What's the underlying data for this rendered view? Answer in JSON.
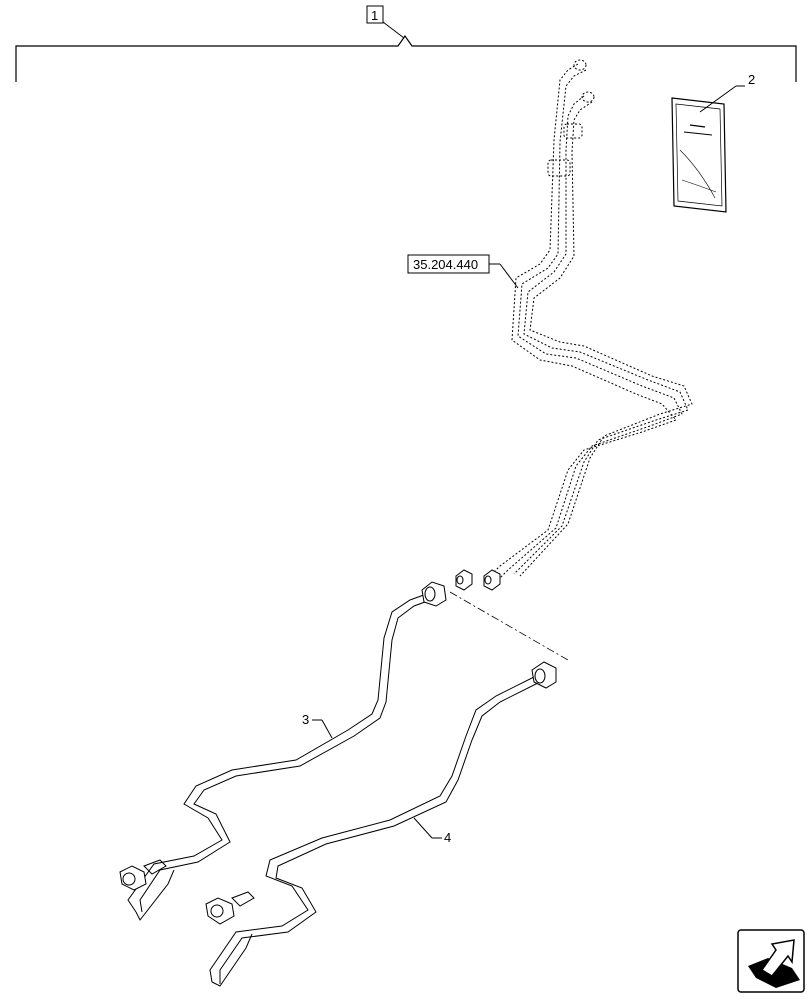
{
  "labels": {
    "assembly": "1",
    "item2": "2",
    "item3": "3",
    "item4": "4",
    "reference": "35.204.440"
  }
}
